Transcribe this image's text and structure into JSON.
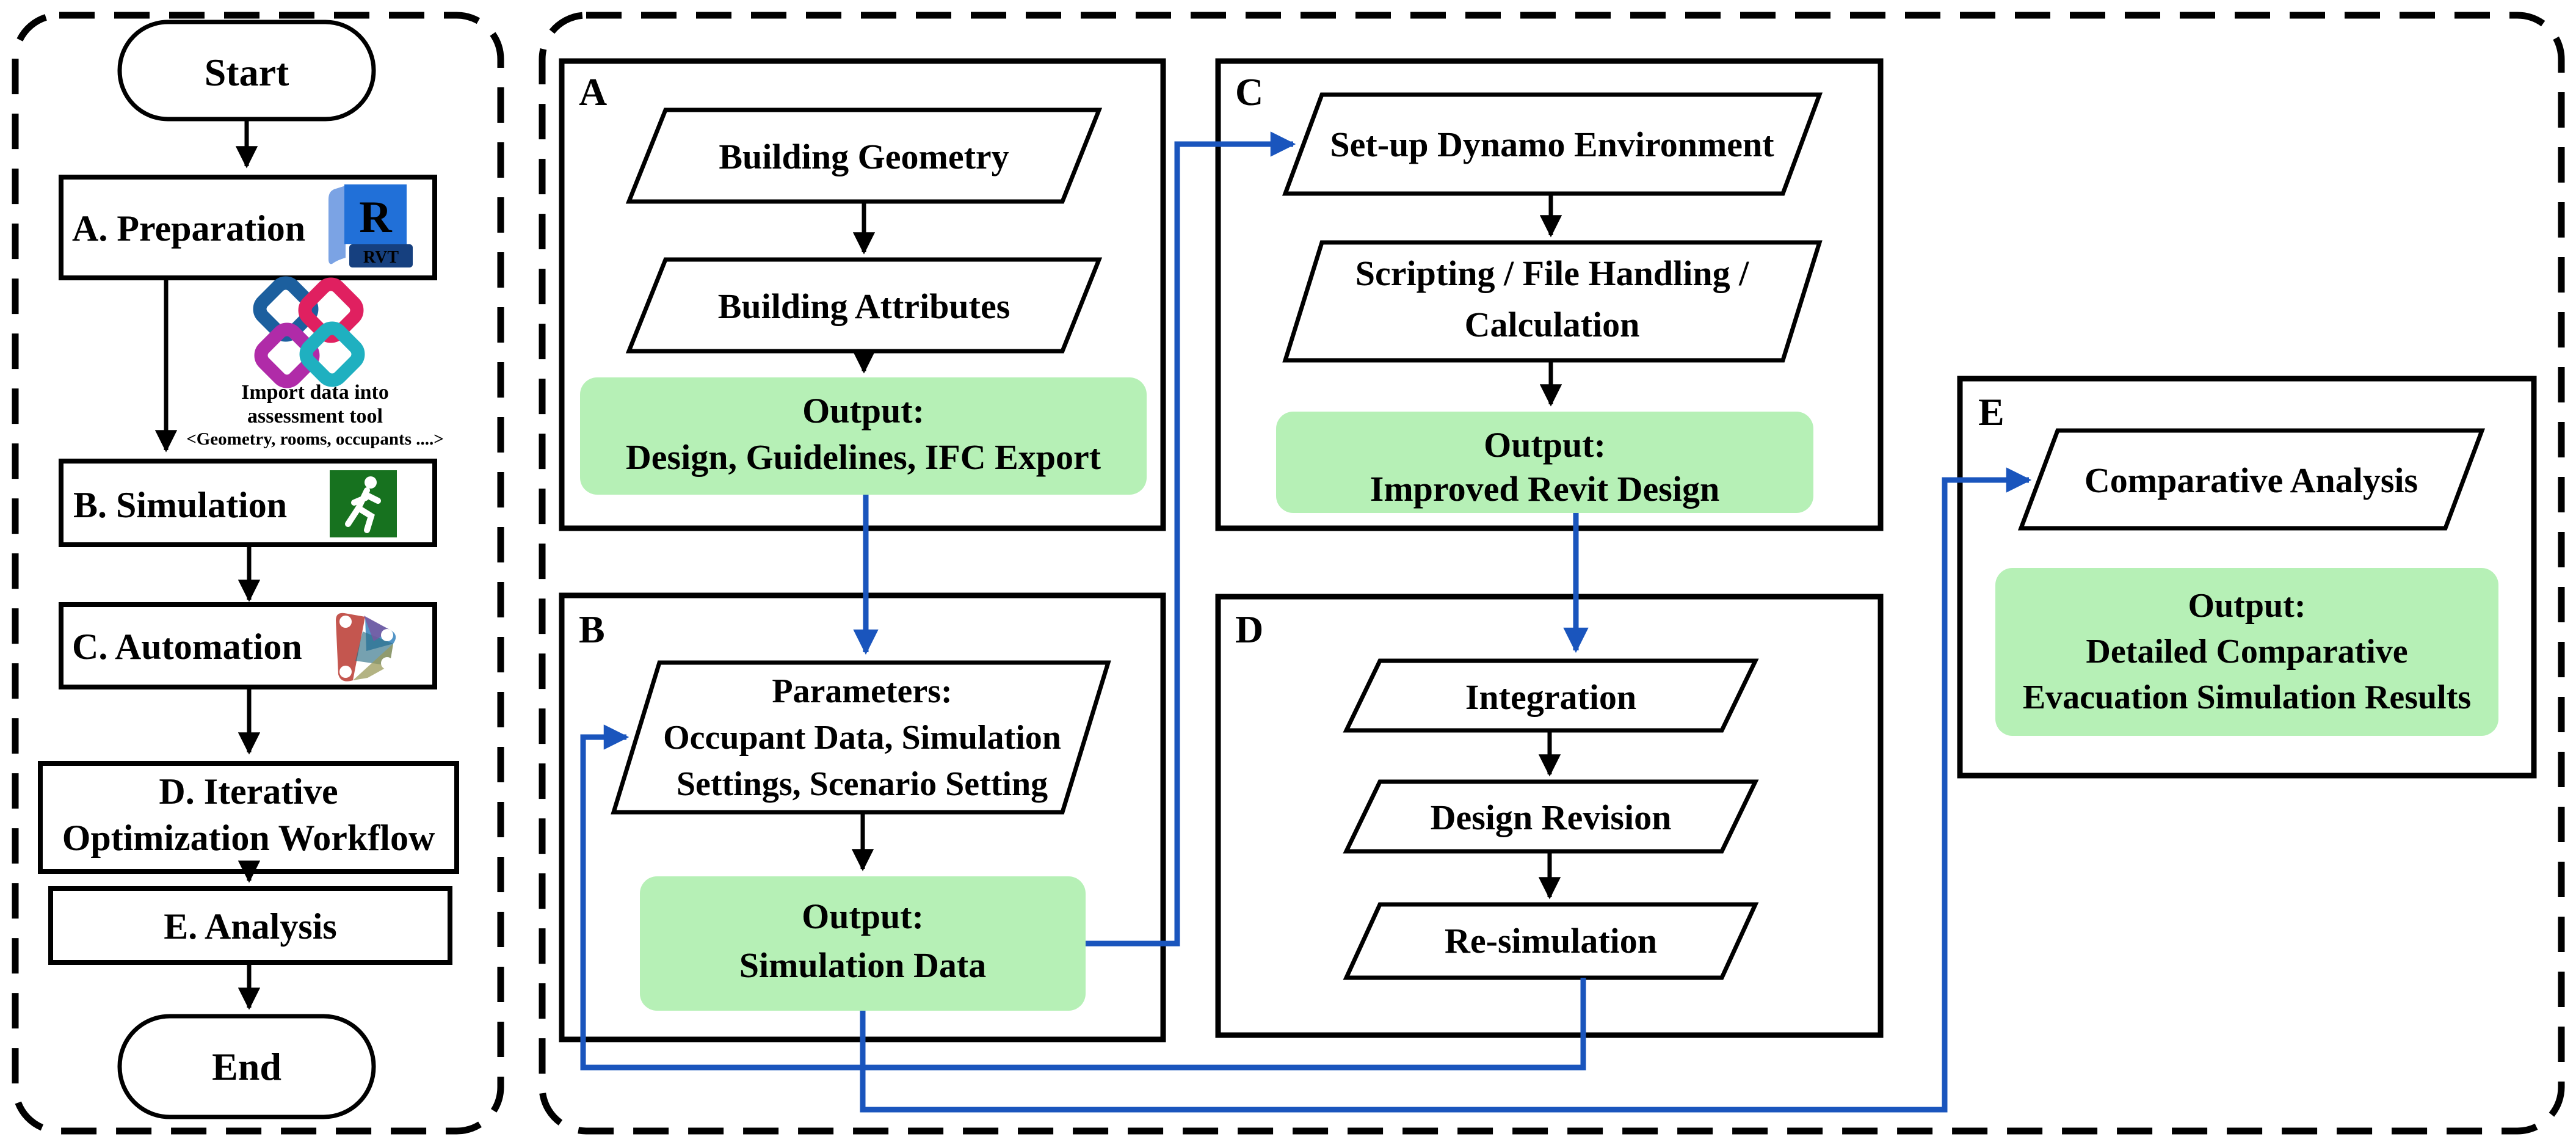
{
  "left_panel": {
    "start_label": "Start",
    "end_label": "End",
    "boxes": {
      "a": {
        "label": "A. Preparation"
      },
      "b": {
        "label": "B. Simulation"
      },
      "c": {
        "label": "C. Automation"
      },
      "d": {
        "line1": "D. Iterative",
        "line2": "Optimization Workflow"
      },
      "e": {
        "label": "E. Analysis"
      }
    },
    "import_note": {
      "line1": "Import data into",
      "line2": "assessment tool",
      "line3": "<Geometry, rooms, occupants ....>"
    },
    "revit_icon": {
      "letter": "R",
      "label": "RVT"
    }
  },
  "right_panel": {
    "sections": {
      "a": {
        "label": "A",
        "steps": [
          "Building Geometry",
          "Building Attributes"
        ],
        "output": [
          "Output:",
          "Design, Guidelines, IFC Export"
        ]
      },
      "b": {
        "label": "B",
        "params": [
          "Parameters:",
          "Occupant Data, Simulation",
          "Settings, Scenario Setting"
        ],
        "output": [
          "Output:",
          "Simulation Data"
        ]
      },
      "c": {
        "label": "C",
        "step1": "Set-up Dynamo Environment",
        "step2": [
          "Scripting / File Handling /",
          "Calculation"
        ],
        "output": [
          "Output:",
          "Improved Revit Design"
        ]
      },
      "d": {
        "label": "D",
        "steps": [
          "Integration",
          "Design Revision",
          "Re-simulation"
        ]
      },
      "e": {
        "label": "E",
        "step": "Comparative Analysis",
        "output": [
          "Output:",
          "Detailed Comparative",
          "Evacuation Simulation Results"
        ]
      }
    }
  },
  "colors": {
    "output_green": "#b6f0b6",
    "connector_blue": "#1a55bd",
    "exit_sign_green": "#17721f",
    "revit_blue": "#2170d8",
    "revit_light_blue": "#7ba3e4",
    "revit_dark_blue": "#16407f",
    "outline_black": "#000000"
  }
}
